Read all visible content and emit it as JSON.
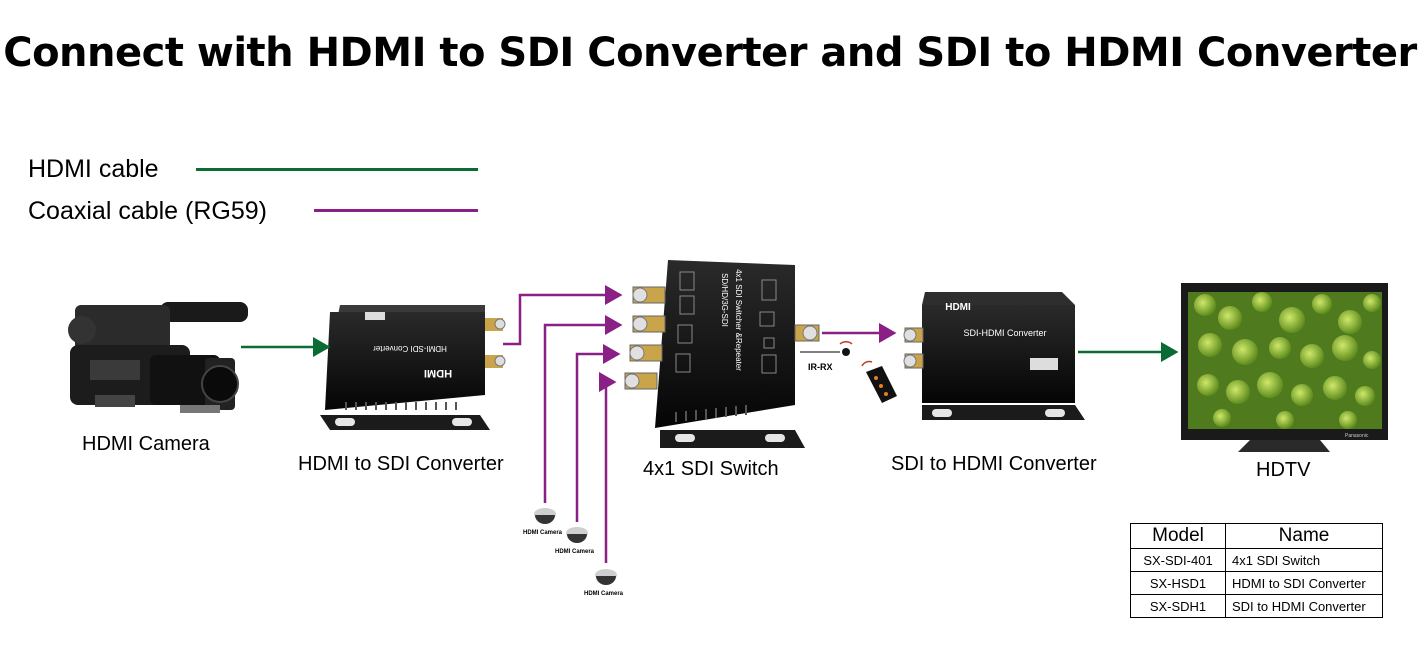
{
  "title": "Connect with HDMI to SDI Converter and SDI to HDMI Converter",
  "legend": {
    "hdmi_label": "HDMI cable",
    "coax_label": "Coaxial cable (RG59)",
    "hdmi_color": "#0b6b34",
    "coax_color": "#8a1f86"
  },
  "devices": {
    "camera": "HDMI Camera",
    "hdmi_sdi": "HDMI to SDI Converter",
    "switch": "4x1 SDI Switch",
    "sdi_hdmi": "SDI to HDMI Converter",
    "hdtv": "HDTV",
    "small_camera": "HDMI Camera",
    "ir_rx": "IR-RX"
  },
  "device_text": {
    "hdmi_sdi_top": "HDMI-SDI Converter",
    "hdmi_logo": "HDMI",
    "switch_name1": "SD/HD/3G-SDI",
    "switch_name2": "4x1 SDI Switcher &Repeater",
    "sdi_hdmi_top": "SDI-HDMI Converter",
    "tv_brand": "Panasonic"
  },
  "table": {
    "headers": [
      "Model",
      "Name"
    ],
    "rows": [
      [
        "SX-SDI-401",
        "4x1 SDI Switch"
      ],
      [
        "SX-HSD1",
        "HDMI to SDI Converter"
      ],
      [
        "SX-SDH1",
        "SDI to HDMI Converter"
      ]
    ]
  }
}
